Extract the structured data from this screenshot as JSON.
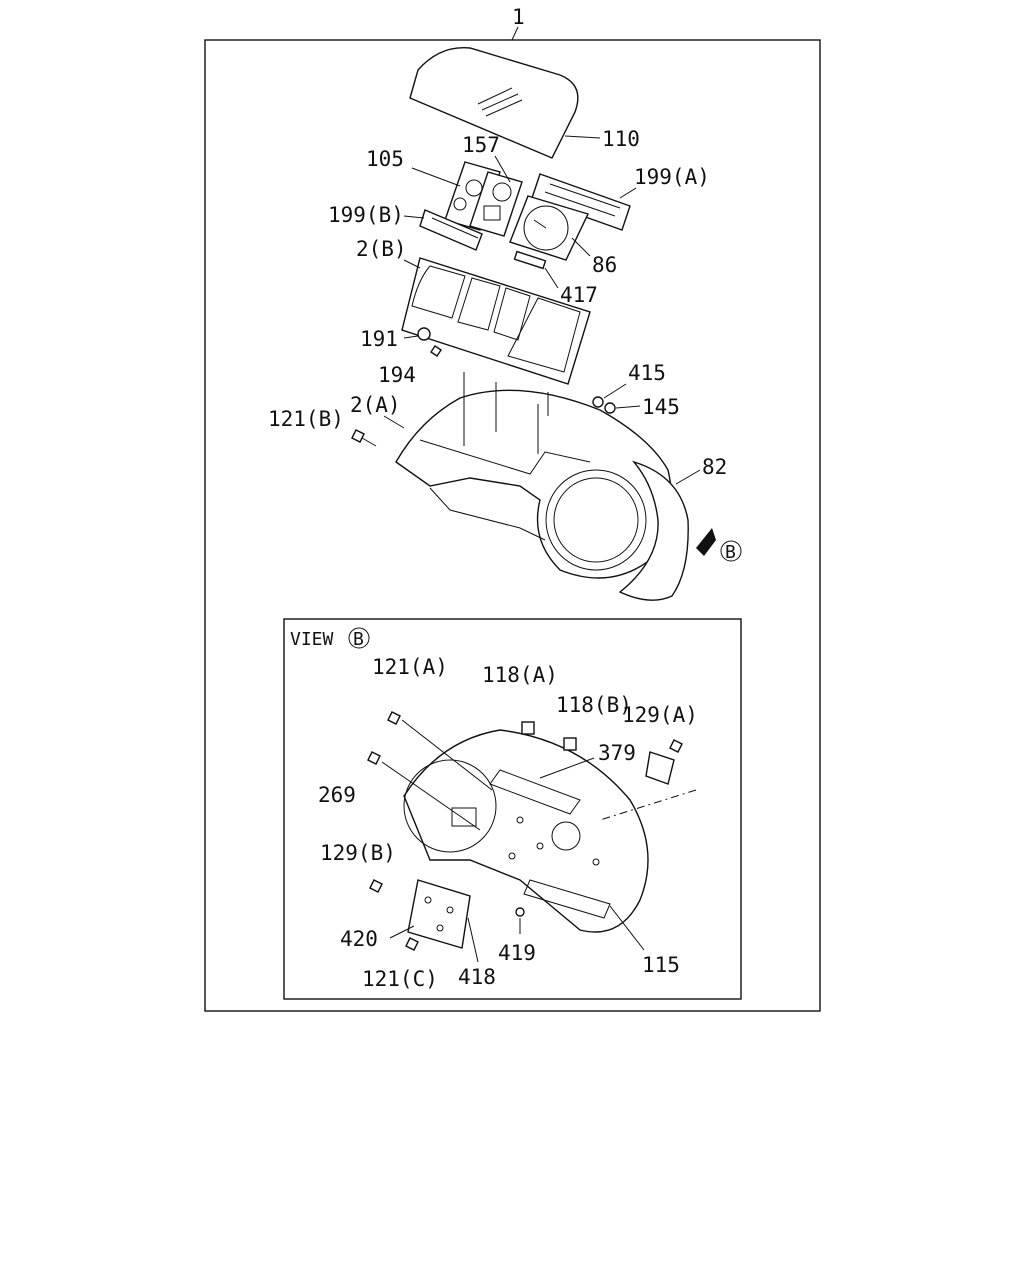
{
  "callouts": {
    "c1": "1",
    "c110": "110",
    "c157": "157",
    "c105": "105",
    "c199a": "199(A)",
    "c199b": "199(B)",
    "c86": "86",
    "c2b": "2(B)",
    "c417": "417",
    "c191": "191",
    "c194": "194",
    "c415": "415",
    "c145": "145",
    "c2a": "2(A)",
    "c121b": "121(B)",
    "c82": "82",
    "view_marker": "B"
  },
  "view": {
    "title": "VIEW",
    "letter": "B",
    "callouts": {
      "c121a": "121(A)",
      "c118a": "118(A)",
      "c118b": "118(B)",
      "c129a": "129(A)",
      "c379": "379",
      "c269": "269",
      "c129b": "129(B)",
      "c420": "420",
      "c121c": "121(C)",
      "c418": "418",
      "c419": "419",
      "c115": "115"
    }
  }
}
